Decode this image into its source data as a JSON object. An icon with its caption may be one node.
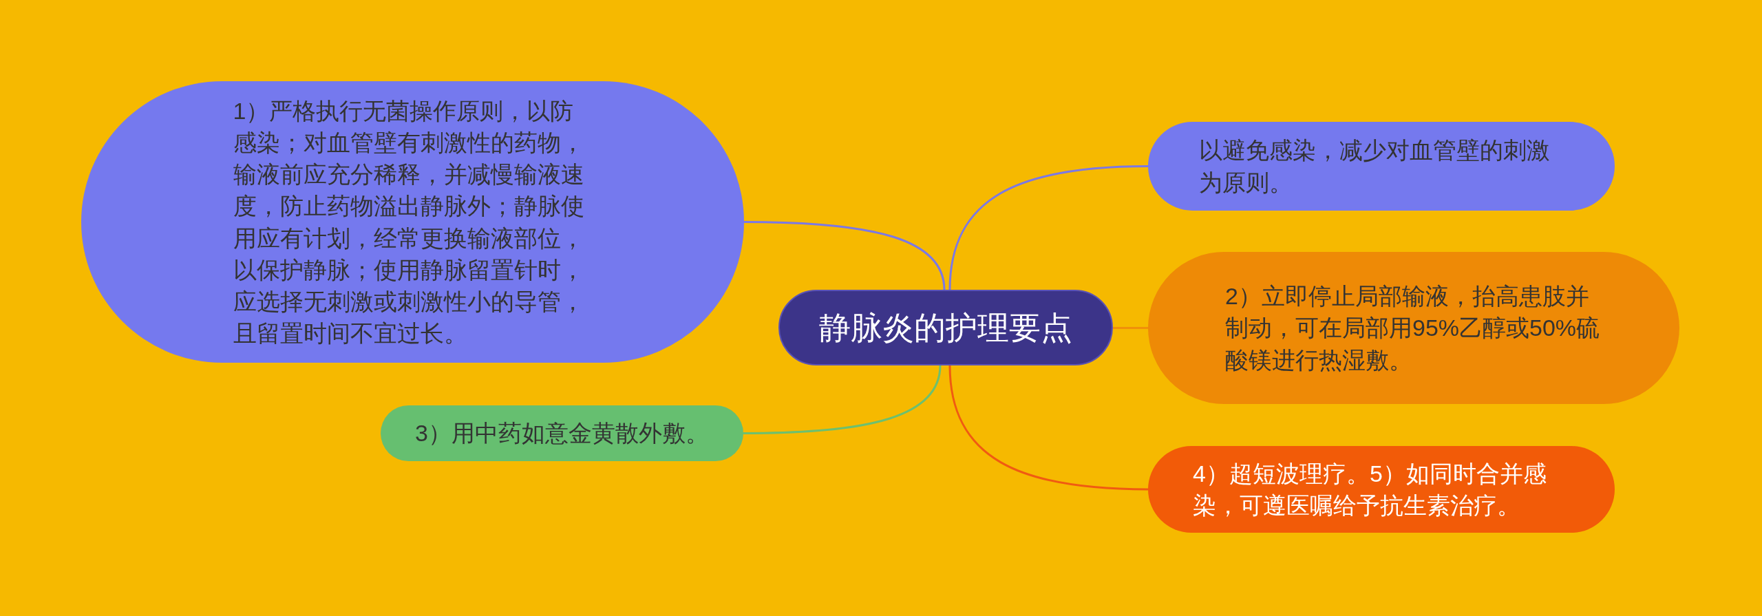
{
  "diagram": {
    "nodes": [
      {
        "text": [
          "静脉炎的护理要点"
        ]
      },
      {
        "text": [
          "1）严格执行无菌操作原则，以防感染；对血管壁有刺激性的药物，输液前应充分稀释，并减慢输液速度，防止药物溢出静脉外；静脉使用应有计划，经常更换输液部位，以保护静脉；使用静脉留置针时，应选择无刺激或刺激性小的导管，且留置时间不宜过长。"
        ]
      },
      {
        "text": [
          "以避免感染，减少对血管壁的刺激为原则。"
        ]
      },
      {
        "text": [
          "2）立即停止局部输液，抬高患肢并制动，可在局部用95%乙醇或50%硫酸镁进行热湿敷。"
        ]
      },
      {
        "text": [
          "3）用中药如意金黄散外敷。"
        ]
      },
      {
        "text": [
          "4）超短波理疗。5）如同时合并感染，可遵医嘱给予抗生素治疗。"
        ]
      }
    ],
    "edges": [
      {
        "from": 0,
        "to": 1,
        "arrow": "none"
      },
      {
        "from": 0,
        "to": 2,
        "arrow": "none"
      },
      {
        "from": 0,
        "to": 3,
        "arrow": "none",
        "color": "#f0900a"
      },
      {
        "from": 0,
        "to": 4,
        "arrow": "none",
        "color": "#6cc070"
      },
      {
        "from": 0,
        "to": 5,
        "arrow": "none",
        "color": "#f05a12"
      }
    ]
  }
}
